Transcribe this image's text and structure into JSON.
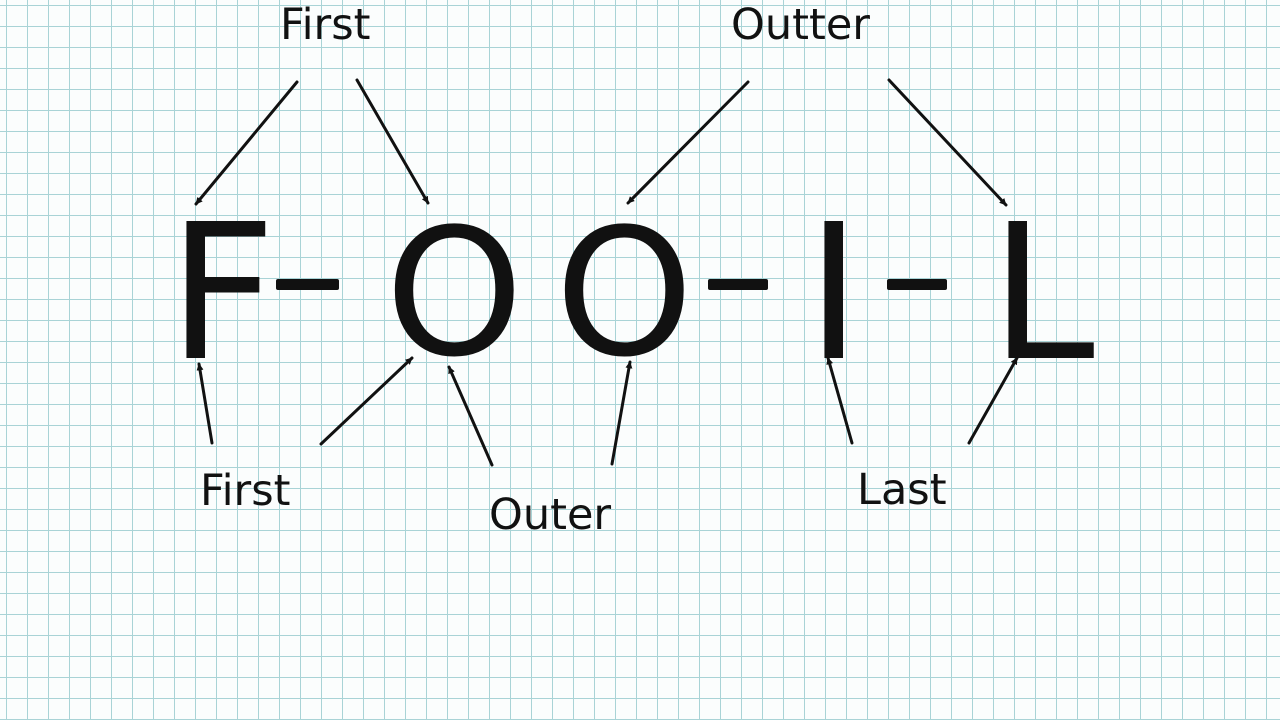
{
  "word": {
    "letters": [
      "F",
      "O",
      "O",
      "I",
      "L"
    ]
  },
  "labels": {
    "top_first": "First",
    "top_outter": "Outter",
    "bottom_first": "First",
    "bottom_outer": "Outer",
    "bottom_last": "Last"
  },
  "colors": {
    "ink": "#111111",
    "grid_line": "#a9d3d6",
    "paper": "#fbfdfd"
  }
}
